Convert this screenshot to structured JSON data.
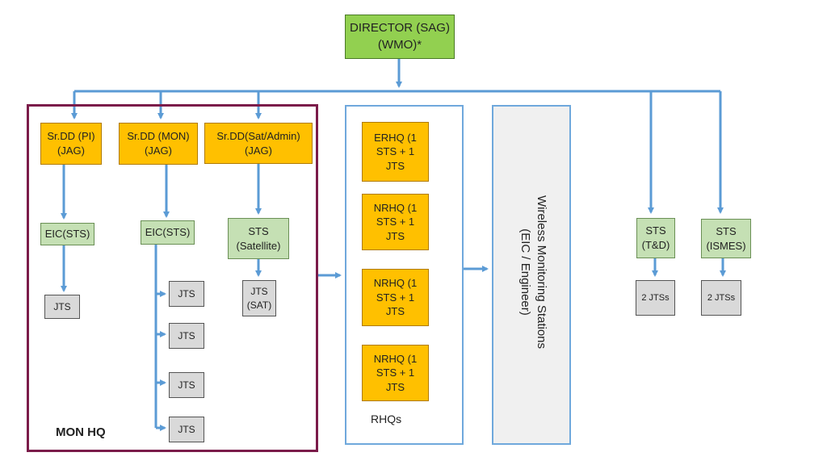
{
  "director": "DIRECTOR (SAG)\n(WMO)*",
  "sr_dd_pi": "Sr.DD (PI)\n(JAG)",
  "sr_dd_mon": "Sr.DD (MON)\n(JAG)",
  "sr_dd_sat": "Sr.DD(Sat/Admin)\n(JAG)",
  "eic_pi": "EIC(STS)",
  "eic_mon": "EIC(STS)",
  "sts_sat": "STS\n(Satellite)",
  "jts_pi": "JTS",
  "jts_mon": [
    "JTS",
    "JTS",
    "JTS",
    "JTS"
  ],
  "jts_sat": "JTS\n(SAT)",
  "mon_hq_label": "MON HQ",
  "rhqs": [
    "ERHQ (1\nSTS + 1\nJTS",
    "NRHQ (1\nSTS + 1\nJTS",
    "NRHQ (1\nSTS + 1\nJTS",
    "NRHQ (1\nSTS + 1\nJTS"
  ],
  "rhqs_label": "RHQs",
  "wms_label": "Wireless Monitoring Stations\n(EIC / Engineer)",
  "sts_td": "STS\n(T&D)",
  "sts_ismes": "STS\n(ISMES)",
  "jts_td": "2 JTSs",
  "jts_ismes": "2 JTSs",
  "colors": {
    "director": "#92d050",
    "sts": "#c5e0b4",
    "sr_dd": "#ffc000",
    "jts": "#d9d9d9",
    "connector": "#5b9bd5",
    "mon_hq_border": "#7b1c4a"
  }
}
